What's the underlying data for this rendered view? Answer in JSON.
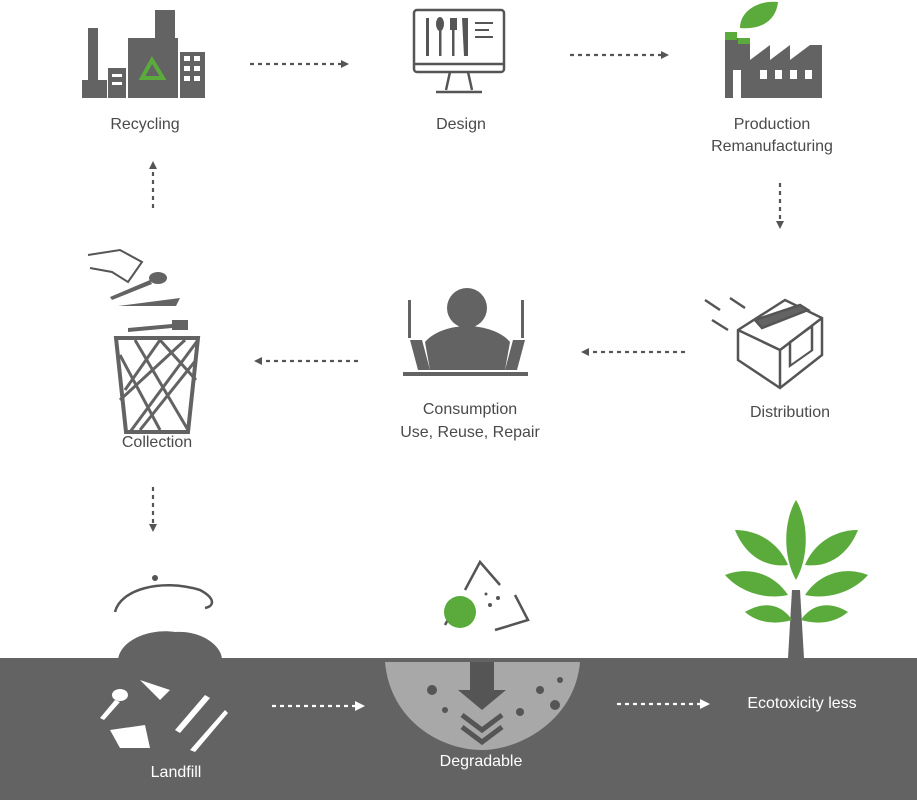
{
  "title": "Circular life cycle of cutlery",
  "colors": {
    "gray": "#636363",
    "dark": "#555555",
    "green": "#5aaa3c",
    "light_green": "#8cc63f",
    "white": "#ffffff"
  },
  "stages": {
    "recycling": {
      "label": "Recycling",
      "icon": "recycling-factory-icon"
    },
    "design": {
      "label": "Design",
      "icon": "monitor-cutlery-icon"
    },
    "production": {
      "label": "Production",
      "label2": "Remanufacturing",
      "icon": "factory-leaf-icon"
    },
    "distribution": {
      "label": "Distribution",
      "icon": "box-icon"
    },
    "consumption": {
      "label": "Consumption",
      "label2": "Use, Reuse, Repair",
      "icon": "person-eating-icon"
    },
    "collection": {
      "label": "Collection",
      "icon": "waste-basket-icon"
    },
    "landfill": {
      "label": "Landfill",
      "icon": "landfill-icon"
    },
    "degradable": {
      "label": "Degradable",
      "icon": "degradation-icon"
    },
    "ecotoxicity": {
      "label": "Ecotoxicity less",
      "icon": "tree-icon"
    }
  }
}
